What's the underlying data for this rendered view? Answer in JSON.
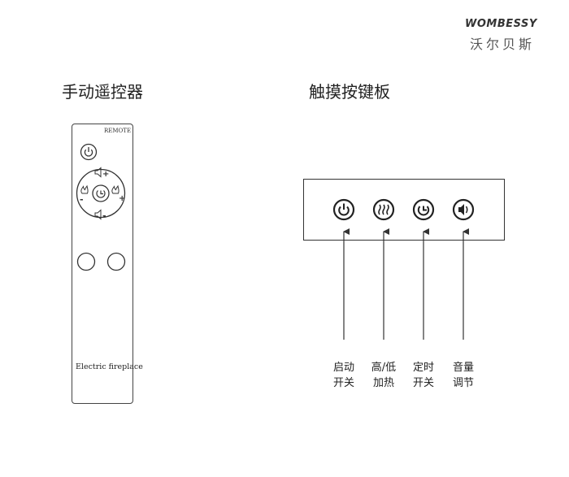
{
  "brand": {
    "name_en": "WOMBESSY",
    "name_cn": "沃尔贝斯"
  },
  "remote": {
    "title": "手动遥控器",
    "top_label": "REMOTE",
    "bottom_label": "Electric fireplace",
    "plus_sign": "+",
    "minus_sign": "-"
  },
  "panel": {
    "title": "触摸按键板",
    "buttons": [
      {
        "icon": "power-icon",
        "label_line1": "启动",
        "label_line2": "开关"
      },
      {
        "icon": "heat-icon",
        "label_line1": "高/低",
        "label_line2": "加热"
      },
      {
        "icon": "timer-icon",
        "label_line1": "定时",
        "label_line2": "开关"
      },
      {
        "icon": "speaker-icon",
        "label_line1": "音量",
        "label_line2": "调节"
      }
    ]
  }
}
